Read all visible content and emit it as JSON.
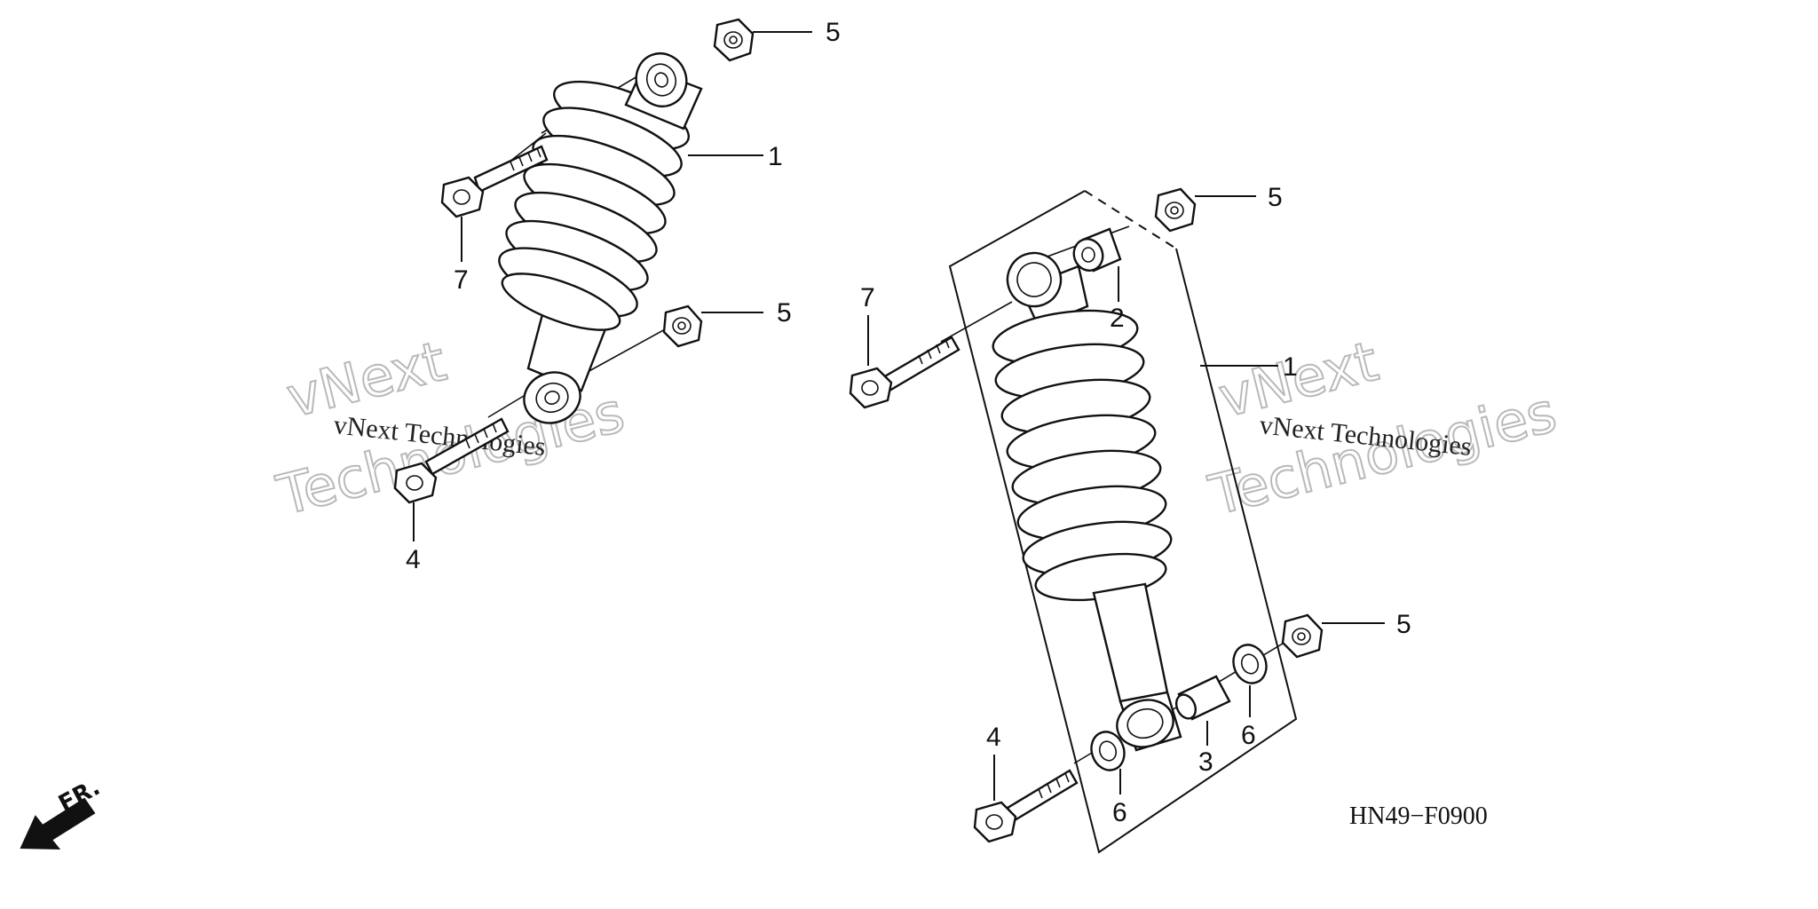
{
  "diagram": {
    "drawing_code": "HN49−F0900",
    "direction_label": "FR.",
    "watermark": {
      "line": "vNext Technologies",
      "big_top": "vNext",
      "big_bottom": "Technologies"
    },
    "callouts": {
      "left_shock": "1",
      "left_nut_top": "5",
      "left_nut_bottom": "5",
      "left_bolt_top": "7",
      "left_bolt_bottom": "4",
      "right_shock": "1",
      "right_collar": "2",
      "right_nut_top": "5",
      "right_nut_bottom": "5",
      "right_bolt_top": "7",
      "right_bolt_bottom": "4",
      "right_spacer": "3",
      "right_seal_a": "6",
      "right_seal_b": "6"
    }
  }
}
